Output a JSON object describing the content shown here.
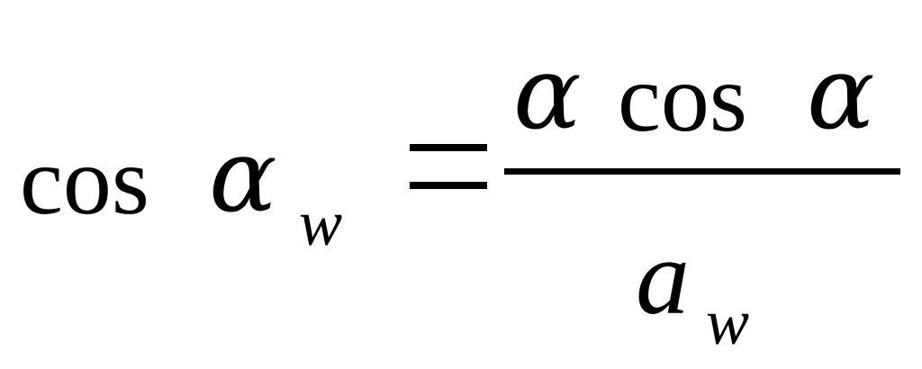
{
  "equation": {
    "lhs": {
      "function": "cos",
      "symbol": "α",
      "subscript": "w"
    },
    "numerator": {
      "factor": "α",
      "function": "cos",
      "argument": "α"
    },
    "denominator": {
      "symbol": "a",
      "subscript": "w"
    },
    "color": "#000000",
    "background": "#ffffff"
  }
}
